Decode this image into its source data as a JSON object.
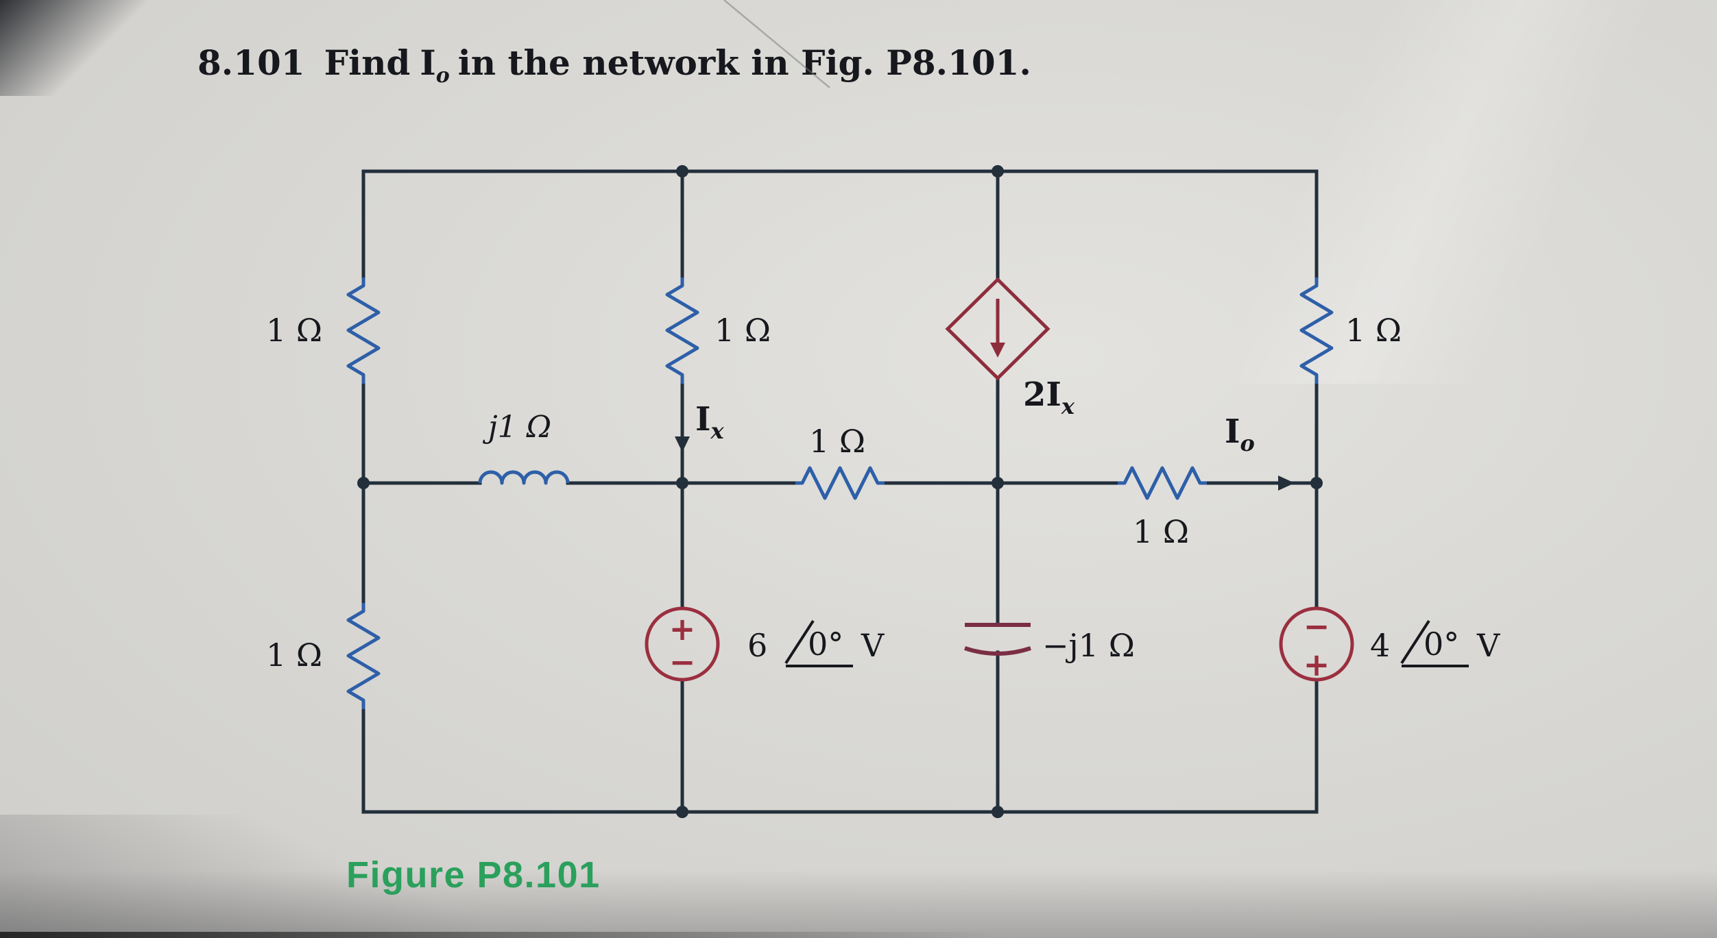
{
  "problem": {
    "number": "8.101",
    "find": "Find",
    "symbol": "I",
    "symbol_sub": "o",
    "rest": "in the network in Fig. P8.101."
  },
  "caption": "Figure P8.101",
  "labels": {
    "r_left_top": "1 Ω",
    "r_left_bottom": "1 Ω",
    "inductor": "j1 Ω",
    "r_mid_vertical": "1 Ω",
    "r_mid_h1": "1 Ω",
    "r_mid_h2": "1 Ω",
    "r_right": "1 Ω",
    "capacitor": "−j1 Ω",
    "ix": {
      "symbol": "I",
      "sub": "x"
    },
    "io": {
      "symbol": "I",
      "sub": "o"
    },
    "dep_source": {
      "text": "2I",
      "sub": "x"
    },
    "vsrc_left": {
      "value": "6",
      "angle": "0°",
      "unit": "V",
      "polarity_top": "+",
      "polarity_bottom": "−"
    },
    "vsrc_right": {
      "value": "4",
      "angle": "0°",
      "unit": "V",
      "polarity_top": "−",
      "polarity_bottom": "+"
    },
    "plus": "+",
    "minus": "−"
  },
  "colors": {
    "background": "#d8d7d3",
    "wire": "#232f3b",
    "component_blue": "#2e5fa8",
    "source_maroon": "#9b2f3f",
    "capacitor_plum": "#7a2e45",
    "text": "#16181d",
    "caption_green": "#2ba05c"
  }
}
